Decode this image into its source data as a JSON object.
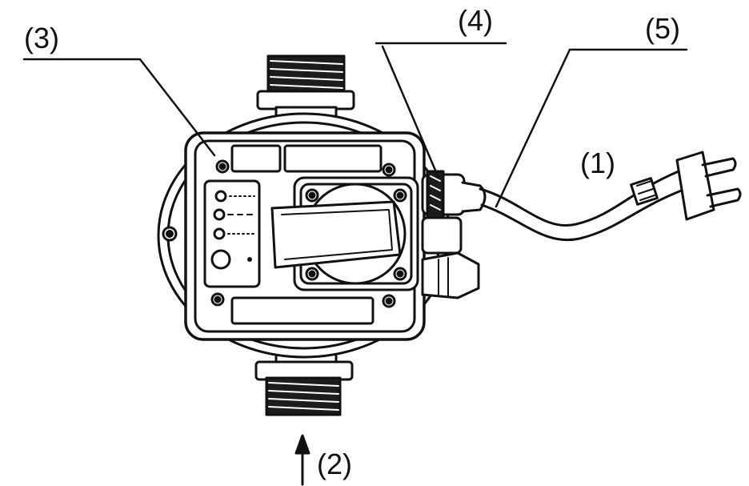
{
  "callouts": {
    "c1": "(1)",
    "c2": "(2)",
    "c3": "(3)",
    "c4": "(4)",
    "c5": "(5)"
  },
  "colors": {
    "line": "#111111",
    "fill": "#ffffff",
    "shade": "#222222"
  }
}
